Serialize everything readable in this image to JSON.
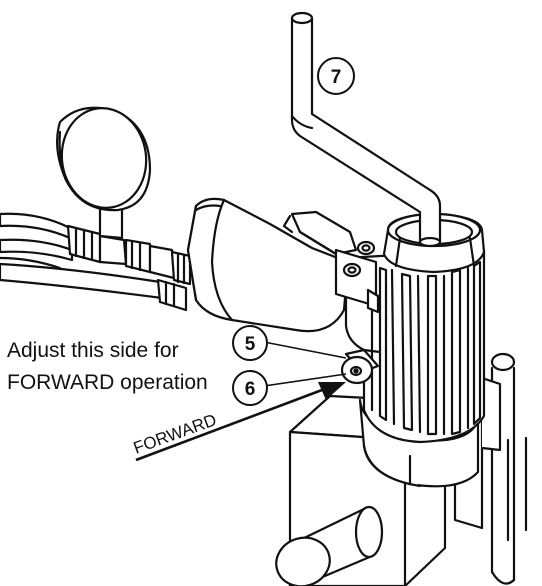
{
  "colors": {
    "stroke": "#111111",
    "fill": "#ffffff"
  },
  "callouts": {
    "seven": "7",
    "five": "5",
    "six": "6"
  },
  "caption": {
    "line1": "Adjust this side for",
    "line2": "FORWARD operation"
  },
  "arrow": {
    "label": "FORWARD"
  }
}
